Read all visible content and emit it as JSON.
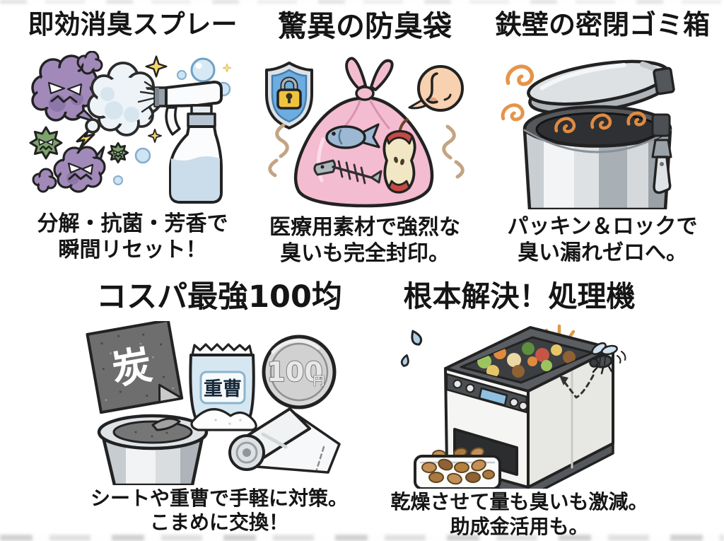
{
  "page": {
    "background": "#ffffff"
  },
  "panels": [
    {
      "id": "spray",
      "title": "即効消臭スプレー",
      "caption": [
        "分解・抗菌・芳香で",
        "瞬間リセット！"
      ]
    },
    {
      "id": "bag",
      "title": "驚異の防臭袋",
      "caption": [
        "医療用素材で強烈な",
        "臭いも完全封印。"
      ]
    },
    {
      "id": "bin",
      "title": "鉄壁の密閉ゴミ箱",
      "caption": [
        "パッキン＆ロックで",
        "臭い漏れゼロへ。"
      ]
    },
    {
      "id": "hundred",
      "title": "コスパ最強100均",
      "caption": [
        "シートや重曹で手軽に対策。",
        "こまめに交換！"
      ]
    },
    {
      "id": "processor",
      "title": "根本解決！処理機",
      "caption": [
        "乾燥させて量も臭いも激減。",
        "助成金活用も。"
      ]
    }
  ],
  "illustrations": {
    "charcoal_sheet_label": "炭",
    "baking_soda_label": "重曹",
    "coin_value": "100",
    "coin_unit": "円"
  },
  "palette": {
    "text": "#151515",
    "germ_purple": "#a18ab9",
    "virus_green": "#7da36c",
    "mist_blue": "#edf3f7",
    "bag_pink": "#f4bcd0",
    "shield_blue": "#6cacdf",
    "lock_gold": "#f1c23e",
    "odor_swirl_orange": "#e08a42",
    "stink_line_tan": "#c3a484",
    "steel_gray": "#d7dbdf",
    "coin_silver": "#d7d7d7",
    "liquid_blue": "#cbdcea",
    "chip_brown": "#c49058",
    "display_blue": "#8fc0e0"
  }
}
